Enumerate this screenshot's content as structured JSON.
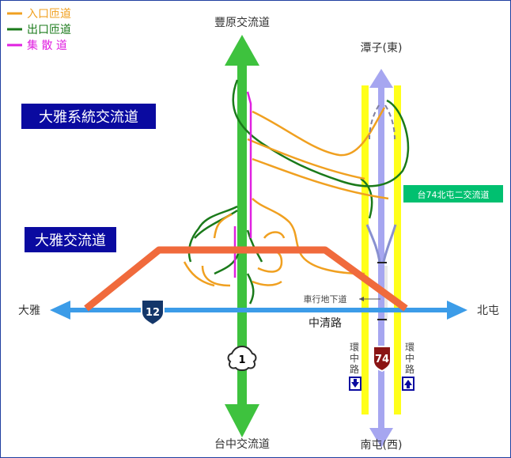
{
  "legend": {
    "entrance": {
      "label": "入口匝道",
      "color": "#f0a020"
    },
    "exit": {
      "label": "出口匝道",
      "color": "#1a7a1a"
    },
    "collector": {
      "label": "集 散 道",
      "color": "#e020e0"
    }
  },
  "labels": {
    "top": "豐原交流道",
    "bottom": "台中交流道",
    "left": "大雅",
    "right": "北屯",
    "east": "潭子(東)",
    "west": "南屯(西)",
    "road": "中清路",
    "underpass": "車行地下道",
    "ring_left": "環中路",
    "ring_right": "環中路",
    "sys_interchange": "大雅系統交流道",
    "interchange": "大雅交流道",
    "north_interchange": "台74北屯二交流道",
    "shield_1": "1",
    "shield_74": "74",
    "shield_12": "12"
  },
  "colors": {
    "freeway": "#3ec23e",
    "expressway": "#a6a6f0",
    "yellow": "#ffff1a",
    "roadline": "#3c9ce8",
    "orange_road": "#f06a3c",
    "navy": "#0a0aa0",
    "sign_green": "#00c070",
    "shield_red": "#8a1414",
    "shield_navy": "#14376a"
  }
}
